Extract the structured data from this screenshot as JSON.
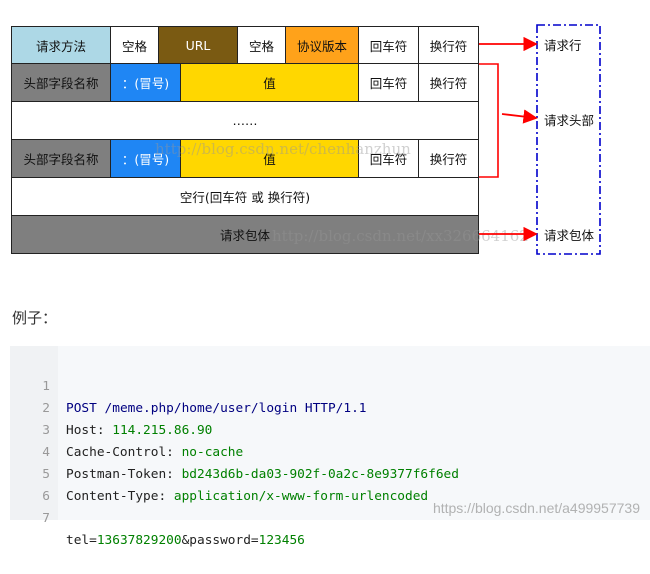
{
  "diagram": {
    "row1": {
      "method": "请求方法",
      "space1": "空格",
      "url": "URL",
      "space2": "空格",
      "version": "协议版本",
      "cr": "回车符",
      "lf": "换行符"
    },
    "row2": {
      "field_name": "头部字段名称",
      "colon": "：(冒号)",
      "value": "值",
      "cr": "回车符",
      "lf": "换行符"
    },
    "row3": {
      "ellipsis": "……"
    },
    "row4": {
      "field_name": "头部字段名称",
      "colon": "：(冒号)",
      "value": "值",
      "cr": "回车符",
      "lf": "换行符"
    },
    "row5": {
      "blank_line": "空行(回车符 或 换行符)"
    },
    "row6": {
      "body": "请求包体"
    },
    "labels": {
      "request_line": "请求行",
      "request_headers": "请求头部",
      "request_body": "请求包体"
    },
    "watermarks": {
      "wm1": "http://blog.csdn.net/chenhanzhun",
      "wm2": "http://blog.csdn.net/xx326664162"
    },
    "colors": {
      "arrow": "#ff0000",
      "dash_box": "#0000cc"
    }
  },
  "example": {
    "heading": "例子：",
    "lines": [
      {
        "num": "1",
        "method": "POST",
        "path": " /meme.php/home/user/login",
        "version": " HTTP/1.1"
      },
      {
        "num": "2",
        "key": "Host: ",
        "value": "114.215.86.90"
      },
      {
        "num": "3",
        "key": "Cache-Control: ",
        "value": "no-cache"
      },
      {
        "num": "4",
        "key": "Postman-Token: ",
        "value": "bd243d6b-da03-902f-0a2c-8e9377f6f6ed"
      },
      {
        "num": "5",
        "key": "Content-Type: ",
        "value": "application/x-www-form-urlencoded"
      },
      {
        "num": "6"
      },
      {
        "num": "7",
        "body_part1_key": "tel=",
        "body_part1_val": "13637829200",
        "body_part2_key": "&password=",
        "body_part2_val": "123456"
      }
    ]
  },
  "footer_watermark": "https://blog.csdn.net/a499957739"
}
